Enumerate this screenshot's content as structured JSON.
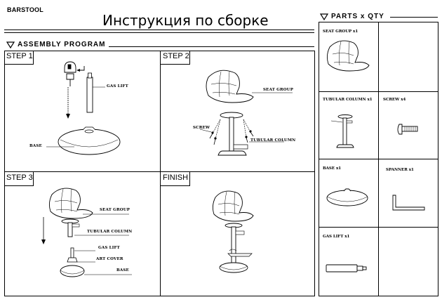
{
  "header": {
    "product": "BARSTOOL",
    "title": "Инструкция по сборке"
  },
  "assembly": {
    "heading": "ASSEMBLY PROGRAM",
    "steps": [
      {
        "label": "STEP 1",
        "parts": [
          "GAS LIFT",
          "BASE"
        ]
      },
      {
        "label": "STEP 2",
        "parts": [
          "SEAT GROUP",
          "SCREW",
          "TUBULAR COLUMN"
        ]
      },
      {
        "label": "STEP 3",
        "parts": [
          "SEAT GROUP",
          "TUBULAR COLUMN",
          "GAS LIFT",
          "ART COVER",
          "BASE"
        ]
      },
      {
        "label": "FINISH",
        "parts": []
      }
    ]
  },
  "parts_list": {
    "heading": "PARTS x QTY",
    "items": [
      {
        "label": "SEAT GROUP  x1",
        "icon": "seat-icon"
      },
      {
        "label": "",
        "icon": ""
      },
      {
        "label": "TUBULAR COLUMN  x1",
        "icon": "column-icon"
      },
      {
        "label": "SCREW  x4",
        "icon": "screw-icon"
      },
      {
        "label": "BASE  x1",
        "icon": "base-icon"
      },
      {
        "label": "SPANNER  x1",
        "icon": "spanner-icon"
      },
      {
        "label": "GAS LIFT  x1",
        "icon": "gas-lift-icon"
      },
      {
        "label": "",
        "icon": ""
      }
    ]
  }
}
